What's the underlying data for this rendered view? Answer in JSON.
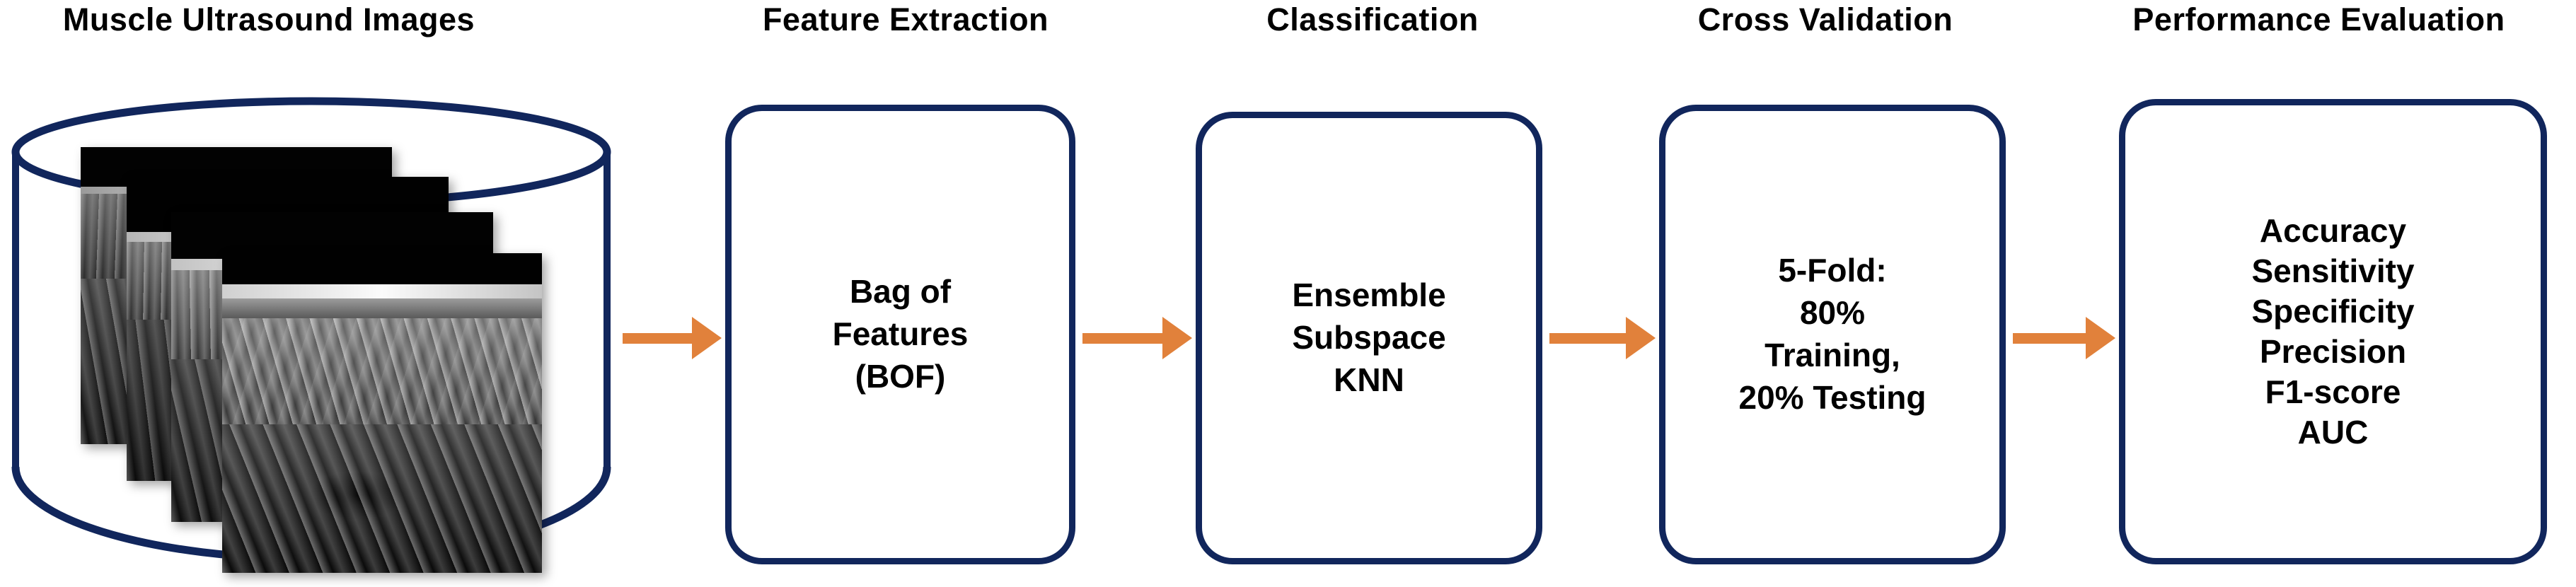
{
  "diagram": {
    "title_row": [
      {
        "id": "stage-1",
        "label": "Muscle Ultrasound  Images"
      },
      {
        "id": "stage-2",
        "label": "Feature Extraction"
      },
      {
        "id": "stage-3",
        "label": "Classification"
      },
      {
        "id": "stage-4",
        "label": "Cross Validation"
      },
      {
        "id": "stage-5",
        "label": "Performance Evaluation"
      }
    ],
    "nodes": [
      {
        "id": "node-dataset",
        "shape": "cylinder",
        "stage": "Muscle Ultrasound  Images",
        "contents": "stacked-ultrasound-images",
        "image_count": 4
      },
      {
        "id": "node-feature-extraction",
        "shape": "rounded-rect",
        "stage": "Feature Extraction",
        "text": "Bag of\nFeatures\n(BOF)",
        "lines": [
          "Bag of",
          "Features",
          "(BOF)"
        ]
      },
      {
        "id": "node-classification",
        "shape": "rounded-rect",
        "stage": "Classification",
        "text": "Ensemble\nSubspace\nKNN",
        "lines": [
          "Ensemble",
          "Subspace",
          "KNN"
        ]
      },
      {
        "id": "node-cross-validation",
        "shape": "rounded-rect",
        "stage": "Cross Validation",
        "text": "5-Fold:\n80%\nTraining,\n20% Testing",
        "lines": [
          "5-Fold:",
          "80%",
          "Training,",
          "20% Testing"
        ]
      },
      {
        "id": "node-performance",
        "shape": "rounded-rect",
        "stage": "Performance Evaluation",
        "text": "Accuracy\nSensitivity\nSpecificity\nPrecision\nF1-score\nAUC",
        "lines": [
          "Accuracy",
          "Sensitivity",
          "Specificity",
          "Precision",
          "F1-score",
          "AUC"
        ]
      }
    ],
    "connectors": [
      {
        "id": "arrow-1",
        "from": "node-dataset",
        "to": "node-feature-extraction"
      },
      {
        "id": "arrow-2",
        "from": "node-feature-extraction",
        "to": "node-classification"
      },
      {
        "id": "arrow-3",
        "from": "node-classification",
        "to": "node-cross-validation"
      },
      {
        "id": "arrow-4",
        "from": "node-cross-validation",
        "to": "node-performance"
      }
    ],
    "colors": {
      "box_border": "#11265C",
      "cylinder_stroke": "#11265C",
      "arrow": "#E1813B",
      "background": "#FFFFFF",
      "text": "#000000"
    }
  }
}
